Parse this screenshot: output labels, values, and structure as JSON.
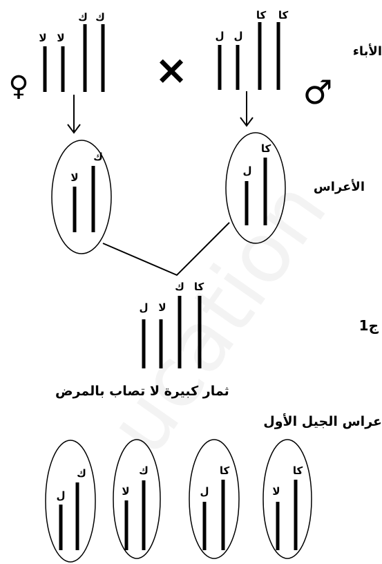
{
  "labels": {
    "parents": "الأباء",
    "gametes": "الأعراس",
    "f1": "ج1",
    "f1_phenotype": "ثمار كبيرة لا تصاب بالمرض",
    "f1_gametes": "عراس الجيل الأول"
  },
  "watermark": "ucation",
  "symbols": {
    "female": "♀",
    "male": "♂",
    "cross": "×"
  },
  "alleles": {
    "female_parent": [
      "ك",
      "ك",
      "لا",
      "لا"
    ],
    "male_parent": [
      "كا",
      "كا",
      "ل",
      "ل"
    ],
    "female_gamete": [
      "ك",
      "لا"
    ],
    "male_gamete": [
      "كا",
      "ل"
    ],
    "f1_individual": [
      "كا",
      "ك",
      "لا",
      "ل"
    ],
    "f1_gametes": [
      [
        "ك",
        "ل"
      ],
      [
        "ك",
        "لا"
      ],
      [
        "كا",
        "ل"
      ],
      [
        "كا",
        "لا"
      ]
    ]
  }
}
